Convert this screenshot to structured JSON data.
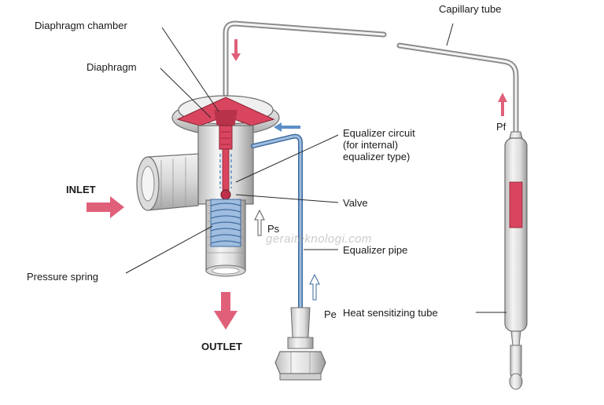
{
  "colors": {
    "accent_red": "#d9455f",
    "accent_blue": "#5b8fc8",
    "metal_light": "#e8e8e8",
    "metal_dark": "#6e6e6e",
    "arrow_pink": "#e0607a"
  },
  "labels": {
    "diaphragm_chamber": "Diaphragm chamber",
    "diaphragm": "Diaphragm",
    "capillary_tube": "Capillary tube",
    "inlet": "INLET",
    "equalizer_circuit": "Equalizer circuit\n(for internal)\nequalizer type)",
    "valve": "Valve",
    "ps": "Ps",
    "pressure_spring": "Pressure spring",
    "equalizer_pipe": "Equalizer pipe",
    "pe": "Pe",
    "heat_sensitizing_tube": "Heat sensitizing tube",
    "outlet": "OUTLET",
    "pf": "Pf"
  },
  "watermark": "geraiteknologi.com"
}
